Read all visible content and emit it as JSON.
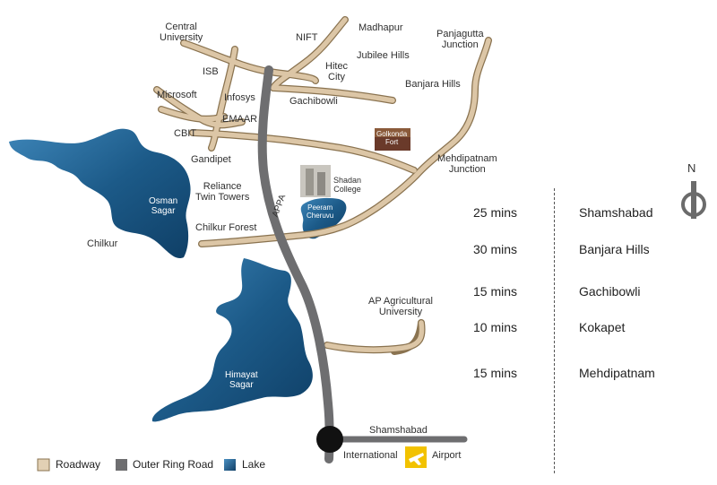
{
  "places": {
    "central_university": "Central\nUniversity",
    "nift": "NIFT",
    "madhapur": "Madhapur",
    "panjagutta": "Panjagutta\nJunction",
    "jubilee_hills": "Jubilee Hills",
    "isb": "ISB",
    "hitec_city": "Hitec\nCity",
    "banjara_hills": "Banjara Hills",
    "microsoft": "Microsoft",
    "infosys": "Infosys",
    "gachibowli": "Gachibowli",
    "emaar": "EMAAR",
    "cbit": "CBIT",
    "golkonda_fort": "Golkonda\nFort",
    "gandipet": "Gandipet",
    "mehdipatnam_junction": "Mehdipatnam\nJunction",
    "shadan_college": "Shadan\nCollege",
    "reliance_twin_towers": "Reliance\nTwin Towers",
    "appa": "APPA",
    "chilkur_forest": "Chilkur Forest",
    "chilkur": "Chilkur",
    "ap_agricultural_university": "AP Agricultural\nUniversity",
    "shamshabad": "Shamshabad",
    "international": "International",
    "airport": "Airport"
  },
  "lakes": {
    "osman_sagar": "Osman\nSagar",
    "peeram_cheruvu": "Peeram\nCheruvu",
    "himayat_sagar": "Himayat\nSagar"
  },
  "distances": [
    {
      "time": "25 mins",
      "place": "Shamshabad"
    },
    {
      "time": "30 mins",
      "place": "Banjara Hills"
    },
    {
      "time": "15 mins",
      "place": "Gachibowli"
    },
    {
      "time": "10 mins",
      "place": "Kokapet"
    },
    {
      "time": "15 mins",
      "place": "Mehdipatnam"
    }
  ],
  "legend": {
    "roadway": "Roadway",
    "ring_road": "Outer Ring Road",
    "lake": "Lake"
  },
  "compass": "N",
  "colors": {
    "roadway": "#d9c3a3",
    "roadway_edge": "#8a7350",
    "ring_road": "#6e6e70",
    "lake": "#1e5f8c",
    "airport_sign": "#f2c200"
  }
}
